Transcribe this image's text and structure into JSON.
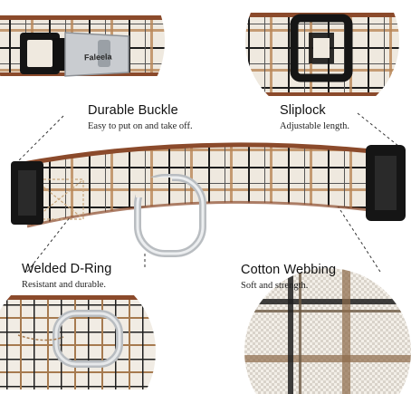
{
  "callouts": {
    "buckle": {
      "title": "Durable Buckle",
      "subtitle": "Easy to put on and take off."
    },
    "sliplock": {
      "title": "Sliplock",
      "subtitle": "Adjustable length."
    },
    "dring": {
      "title": "Welded D-Ring",
      "subtitle": "Resistant and durable."
    },
    "webbing": {
      "title": "Cotton Webbing",
      "subtitle": "Soft and strength."
    }
  },
  "brand_mark": "Faleela",
  "colors": {
    "plaid_base": "#efe9df",
    "plaid_black": "#1c1c1c",
    "plaid_brown": "#b98656",
    "leather_trim": "#8b4a2b",
    "buckle_black": "#151515",
    "metal": "#c9ccd0"
  }
}
